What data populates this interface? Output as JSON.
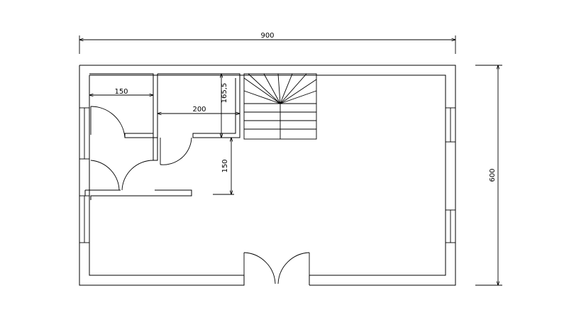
{
  "dimensions": {
    "overall_width": "900",
    "overall_height": "600",
    "room1_width": "150",
    "room2_width": "200",
    "room2_depth": "165,5",
    "corridor_depth": "150"
  }
}
